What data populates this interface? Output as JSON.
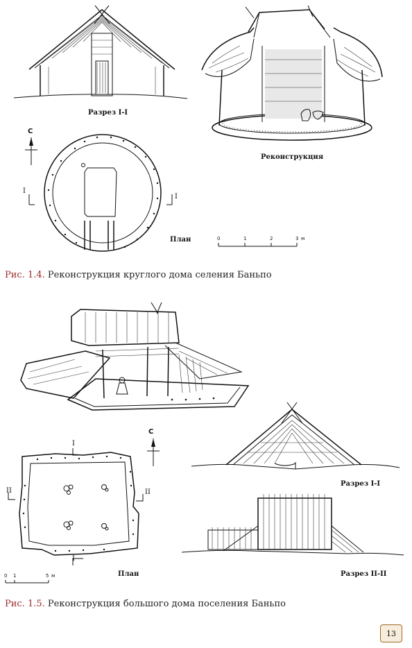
{
  "figure_1_4": {
    "section_label": "Разрез I-I",
    "reconstruction_label": "Реконструкция",
    "plan_label": "План",
    "north_label": "С",
    "section_mark_left": "I",
    "section_mark_right": "I",
    "scale": {
      "ticks": [
        "0",
        "1",
        "2",
        "3"
      ],
      "unit": "м"
    },
    "caption_number": "Рис. 1.4.",
    "caption_text": " Реконструкция круглого дома селения Баньпо"
  },
  "figure_1_5": {
    "section_1_label": "Разрез I-I",
    "section_2_label": "Разрез II-II",
    "plan_label": "План",
    "north_label": "С",
    "mark_top_1": "I",
    "mark_top_2": "I",
    "mark_left": "II",
    "mark_right": "II",
    "scale": {
      "ticks": [
        "0",
        "1",
        "5"
      ],
      "unit": "м"
    },
    "caption_number": "Рис. 1.5.",
    "caption_text": " Реконструкция большого дома поселения Баньпо"
  },
  "page_number": "13"
}
